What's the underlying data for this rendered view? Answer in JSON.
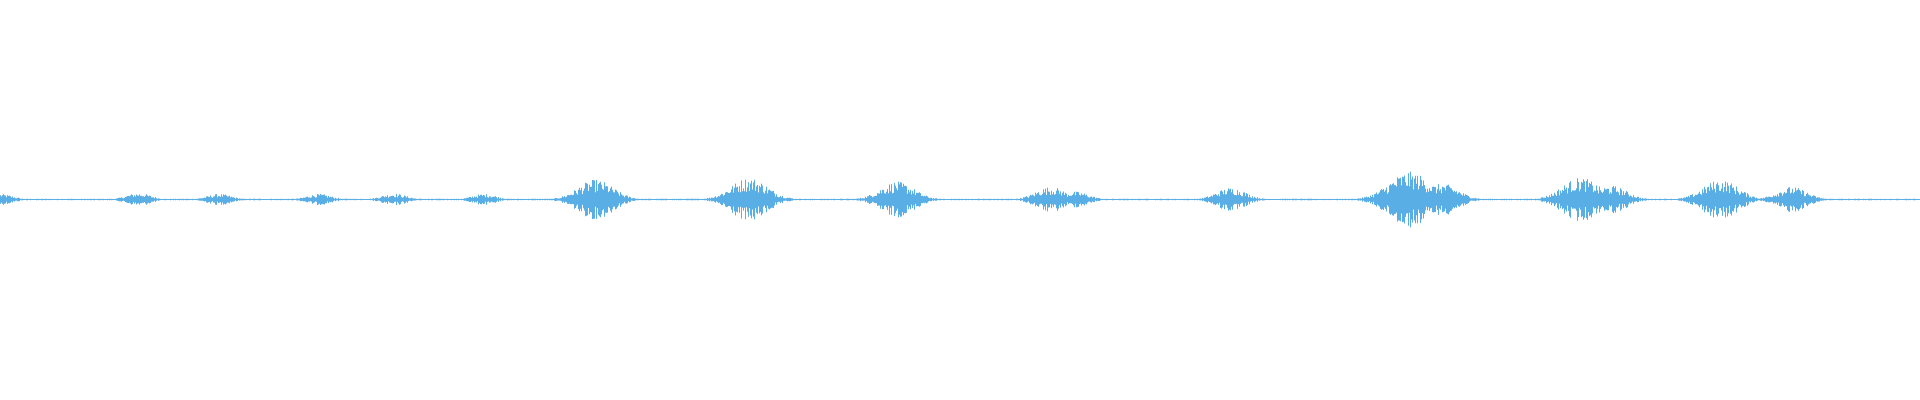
{
  "waveform": {
    "color": "#5aaee6",
    "background": "#ffffff",
    "bursts": [
      {
        "at": 0.0,
        "amp": 0.14
      },
      {
        "at": 0.072,
        "amp": 0.16
      },
      {
        "at": 0.114,
        "amp": 0.14
      },
      {
        "at": 0.166,
        "amp": 0.14
      },
      {
        "at": 0.205,
        "amp": 0.15
      },
      {
        "at": 0.252,
        "amp": 0.14
      },
      {
        "at": 0.31,
        "amp": 0.5
      },
      {
        "at": 0.39,
        "amp": 0.55
      },
      {
        "at": 0.467,
        "amp": 0.45
      },
      {
        "at": 0.547,
        "amp": 0.32
      },
      {
        "at": 0.56,
        "amp": 0.2
      },
      {
        "at": 0.641,
        "amp": 0.3
      },
      {
        "at": 0.734,
        "amp": 0.7
      },
      {
        "at": 0.751,
        "amp": 0.4
      },
      {
        "at": 0.823,
        "amp": 0.55
      },
      {
        "at": 0.839,
        "amp": 0.35
      },
      {
        "at": 0.896,
        "amp": 0.5
      },
      {
        "at": 0.933,
        "amp": 0.32
      }
    ]
  }
}
